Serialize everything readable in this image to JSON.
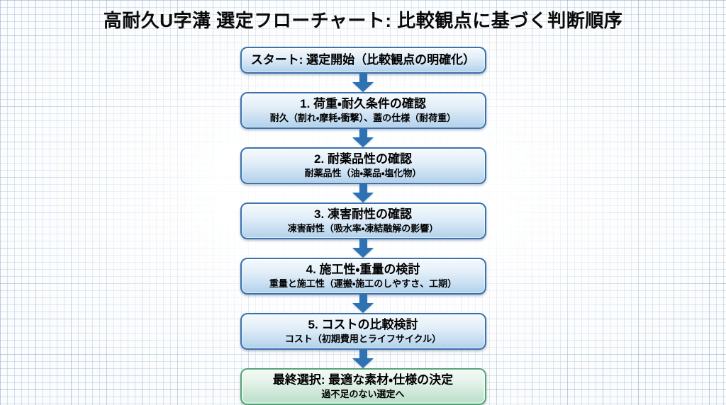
{
  "title": "高耐久U字溝 選定フローチャート: 比較観点に基づく判断順序",
  "colors": {
    "process_border": "#3b72ad",
    "process_fill_top": "#f5fafd",
    "process_fill_bottom": "#b2d1ea",
    "final_border": "#53a377",
    "final_fill_bottom": "#badfc9",
    "arrow": "#2e72b3",
    "grid_line": "#9ab2d0",
    "text": "#000000"
  },
  "flowchart": {
    "nodes": [
      {
        "id": "start",
        "type": "start",
        "title": "スタート: 選定開始（比較観点の明確化）",
        "subtitle": ""
      },
      {
        "id": "step1",
        "type": "process",
        "title": "1. 荷重・耐久条件の確認",
        "subtitle": "耐久（割れ・摩耗・衝撃）、蓋の仕様（耐荷重）"
      },
      {
        "id": "step2",
        "type": "process",
        "title": "2. 耐薬品性の確認",
        "subtitle": "耐薬品性（油・薬品・塩化物）"
      },
      {
        "id": "step3",
        "type": "process",
        "title": "3. 凍害耐性の確認",
        "subtitle": "凍害耐性（吸水率・凍結融解の影響）"
      },
      {
        "id": "step4",
        "type": "process",
        "title": "4. 施工性・重量の検討",
        "subtitle": "重量と施工性（運搬・施工のしやすさ、工期）"
      },
      {
        "id": "step5",
        "type": "process",
        "title": "5. コストの比較検討",
        "subtitle": "コスト（初期費用とライフサイクル）"
      },
      {
        "id": "final",
        "type": "end",
        "title": "最終選択: 最適な素材・仕様の決定",
        "subtitle": "過不足のない選定へ"
      }
    ]
  }
}
